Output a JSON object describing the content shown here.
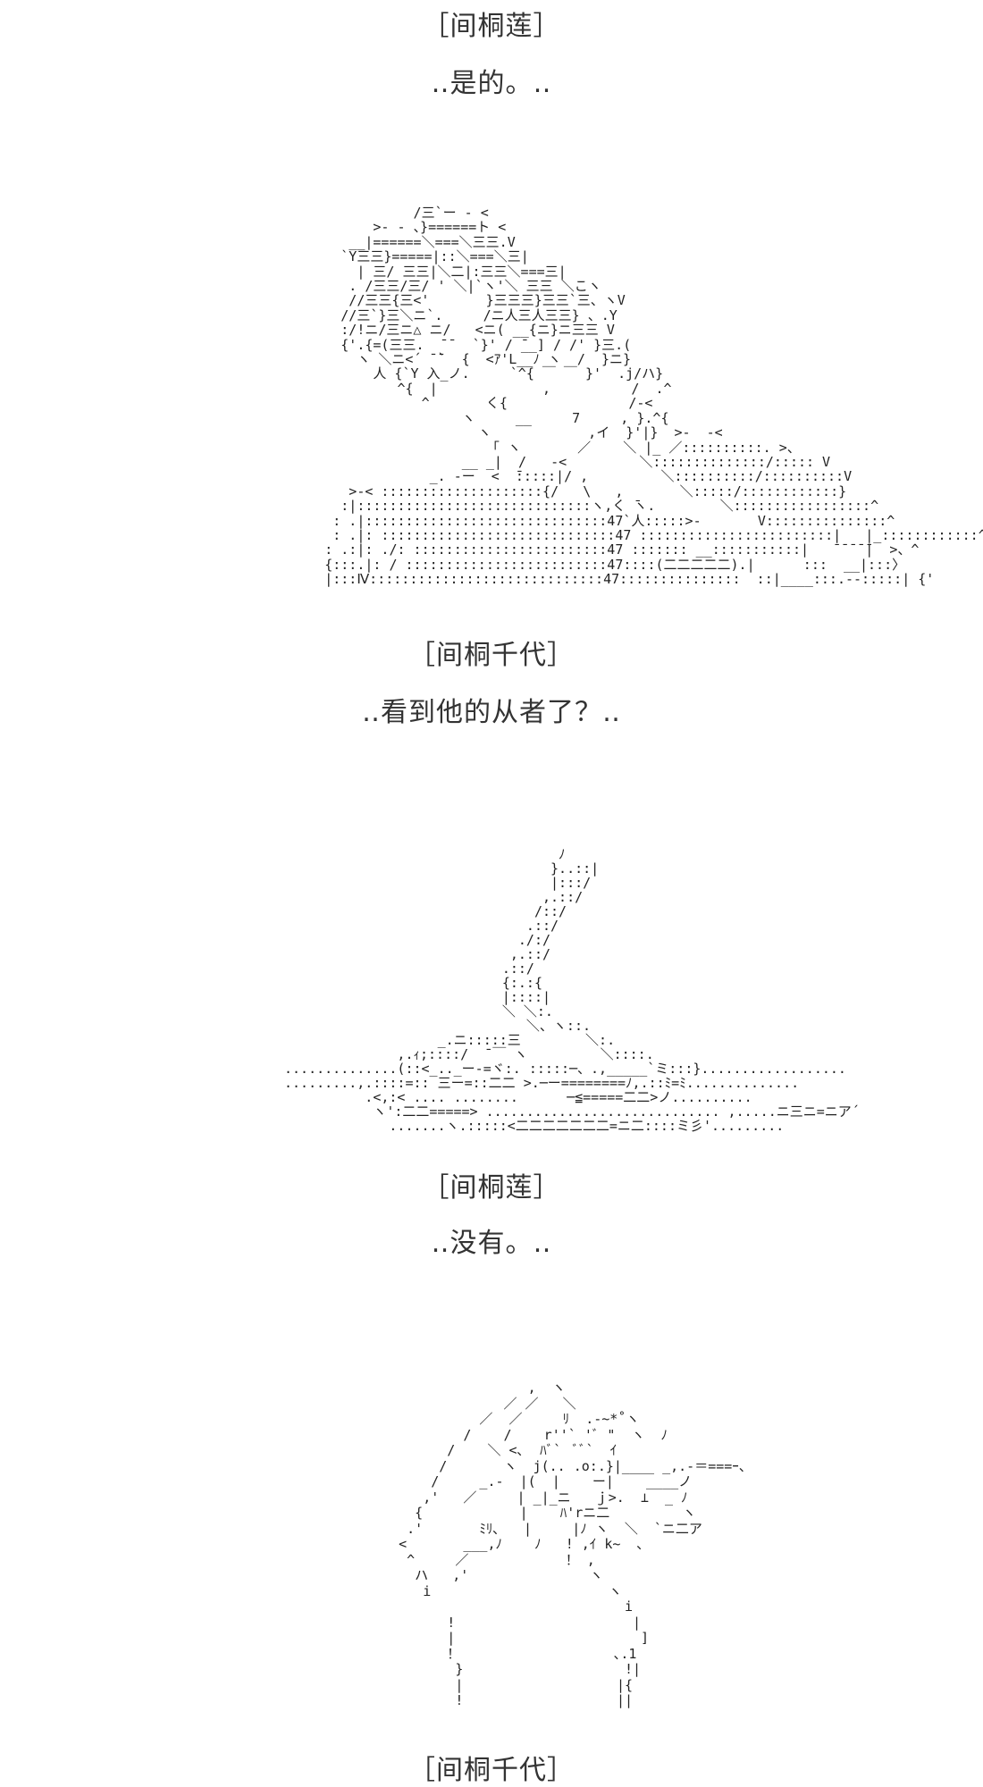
{
  "lines": [
    "［间桐莲］",
    "‥是的。‥",
    "［间桐千代］",
    "‥看到他的从者了？‥",
    "［间桐莲］",
    "‥没有。‥",
    "［间桐千代］"
  ],
  "ascii_art": [
    "                  /三`ー - <\n             >- - 、}======ト <\n          __|======＼===＼三三.V\n         `Y三三}=====|::＼===＼三|\n           | 三/ 三三|＼二|:三三＼===三|\n          . /三三/三/ ' ＼|`ヽ'＼ 三三 ＼こヽ\n          //三三{三<'       }三三三}三三`三、ヽV\n         //三`}三＼ニ`.     /ニ人三人三三} 、.Y\n         :/!ニ/三ニ△ ニ/   <ニ( __{ニ}ニ三三 V\n         {'.{=(三三.  ̄ ̄   `}' / ̄__] / /' }三.(\n           ヽ ＼ニ<´ ̄ ̄`  {  <ｱ'L__ﾉ ヽ  /  }ニ}\n             人 {`Y 入_ノ.     `^{ ￣ ￣ }'  .j/ハ}\n                ^{  |             ,          /  .^\n                   ^       く{               /-<\n                        ヽ     __     7     , }.^{\n                          ヽ            ,イ  }'|}  >-  -<\n                           「 ヽ       ／    ＼ |_ ／::::::::::. >、\n                        __ _|  /   -<         ＼::::::::::::::/::::: V\n                    _. -ー  <  ̄:::::|/ ,         ＼::::::::::/::::::::::V\n          >-< ::::::::::::::::::::{/   \\   ,       ＼:::::/::::::::::::}\n         :|:::::::::::::::::::::::::::::ヽ,く ̄ヽ.        ＼:::::::::::::::::^\n        : .|::::::::::::::::::::::::::::::47`人:::::>-       V:::::::::::::::^\n        : .|: :::::::::::::::::::::::::::::47 ::::::::::::::::::::::::|   |_::::::::::::^\n       : .:|: ./: ::::::::::::::::::::::::47 ::::::: __:::::::::::|   ̄ ̄ ̄ ̄ ̄|  >、^\n       {:::.|: / :::::::::::::::::::::::::47::::(二二二二二).|      :::  __|:::〉\n       |:::Ⅳ:::::::::::::::::::::::::::::47:::::::::::::::  ::|____:::.--:::::| {'",
    "                                  ﾉ\n                                 }..::|\n                                 |:::/\n                                ,.::/\n                               /::/\n                              .::/\n                             ./:/\n                            ,.::/\n                           .::/\n                           {:.:{\n                           |::::|\n                           ＼ ＼:.\n                              ＼、ヽ::.\n                   _.ニ:::::三        ＼:.\n              ,.ｨ;::::/  ̄ ￣ ヽ         ＼::::.\n..............(::<_.._ー-=ヾ:. :::::─、.,_____`ミ:::}..................\n.........,.::::=:: 三ー=::二二 >.─ー========ﾉ,.::ﾐ=ﾐ..............\n          .<,:< .... ........      ─≦=====二二>ノ..........\n           ヽ':二二=====> ............................. ,.....ニ三ニ=ニア´\n             .......ヽ.:::::<二二二二二二二=ニ二::::ミ彡'.........",
    "                    ,  ヽ\n                 ／ ／   ＼\n              ／  ／     ﾘ  .-~*˚ヽ\n            /    /    r''` 'ﾞ \"  ヽ  ﾉ\n          /    ＼ <､  ﾊﾞ`  ﾞﾞ`  ｲ\n         /       ヽ  j(.. .o:.}|____ _,.-＝===ｰ、\n        /     _.-  |(  |    ー|    ____ノ\n       ,'   ／     | _|_ニ   ｊ>.  ⊥  _ ﾉ\n      {            |    ﾊ'rニ二         ヽ\n     .'       ﾐﾘ､   |     |ﾉ ヽ  ＼  `ニ二ア\n    <       ___,ﾉ    ﾉ   ! ,ｲ k~  ､\n     ^     ／            ！ ,\n      ハ   ,'               ヽ\n       i                      ヽ\n                                i\n          !                      |\n          |                       ]\n          ！                   ､.1\n           }                    !|\n           |                   |{\n           !                   ||"
  ]
}
